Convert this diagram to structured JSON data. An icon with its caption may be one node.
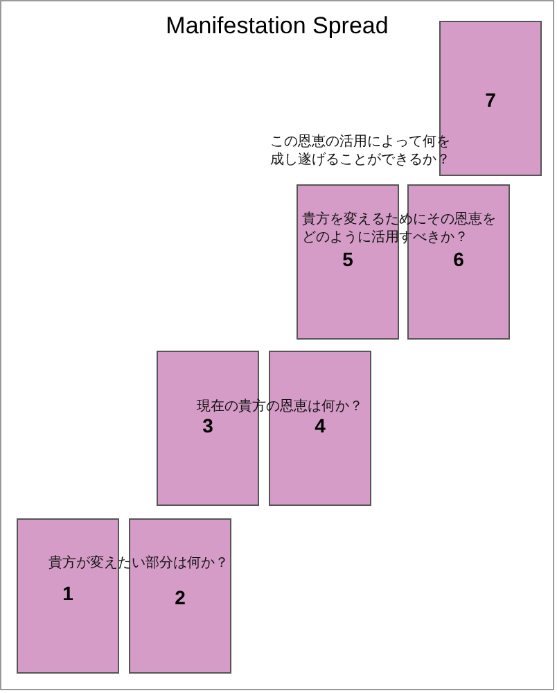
{
  "diagram": {
    "title": "Manifestation Spread",
    "nodes": [
      {
        "text": [
          "7"
        ]
      },
      {
        "text": [
          "5"
        ]
      },
      {
        "text": [
          "6"
        ]
      },
      {
        "text": [
          "3"
        ]
      },
      {
        "text": [
          "4"
        ]
      },
      {
        "text": [
          "1"
        ]
      },
      {
        "text": [
          "2"
        ]
      }
    ],
    "labels": [
      "この恩恵の活用によって何を成し遂げることができるか？",
      "貴方を変えるためにその恩恵をどのように活用すべきか？",
      "現在の貴方の恩恵は何か？",
      "貴方が変えたい部分は何か？"
    ]
  }
}
